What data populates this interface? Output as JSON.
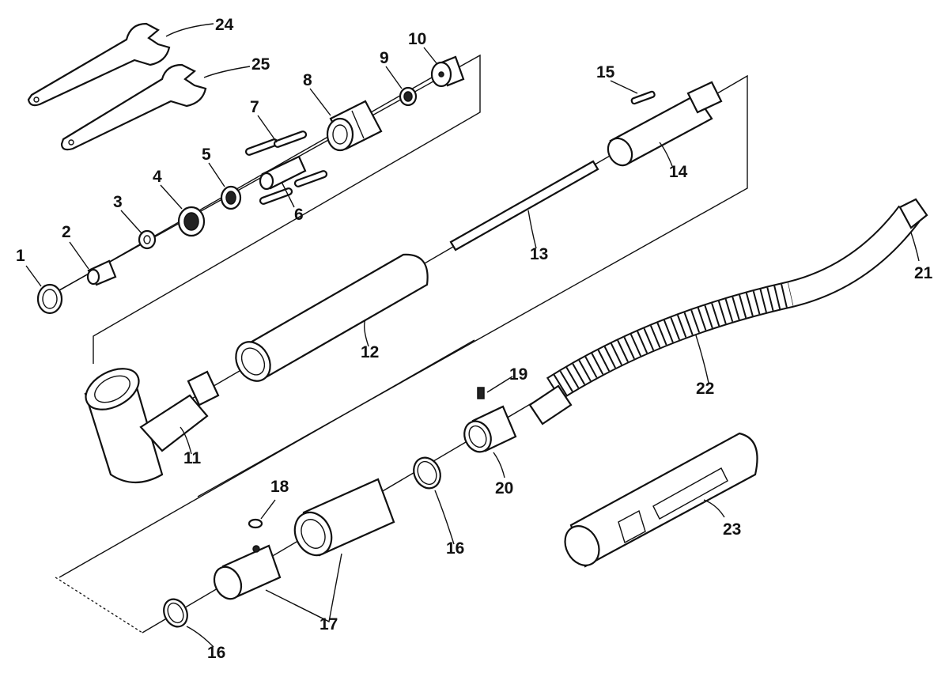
{
  "labels": {
    "p1": "1",
    "p2": "2",
    "p3": "3",
    "p4": "4",
    "p5": "5",
    "p6": "6",
    "p7": "7",
    "p8": "8",
    "p9": "9",
    "p10": "10",
    "p11": "11",
    "p12": "12",
    "p13": "13",
    "p14": "14",
    "p15": "15",
    "p16a": "16",
    "p16b": "16",
    "p17": "17",
    "p18": "18",
    "p19": "19",
    "p20": "20",
    "p21": "21",
    "p22": "22",
    "p23": "23",
    "p24": "24",
    "p25": "25"
  }
}
